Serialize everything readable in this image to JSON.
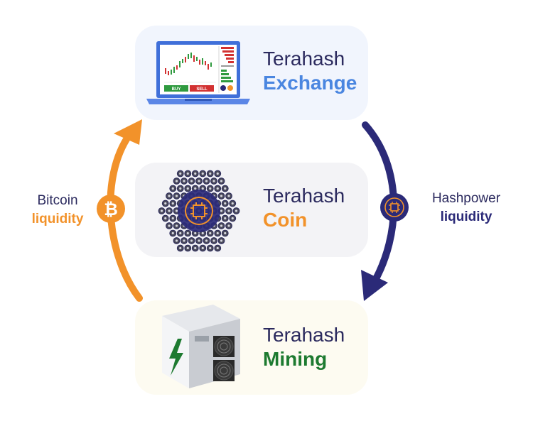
{
  "cards": {
    "exchange": {
      "line1": "Terahash",
      "line2": "Exchange",
      "bg": "#f1f5fd",
      "accent": "#4a86e0"
    },
    "coin": {
      "line1": "Terahash",
      "line2": "Coin",
      "bg": "#f3f3f6",
      "accent": "#f2922a"
    },
    "mining": {
      "line1": "Terahash",
      "line2": "Mining",
      "bg": "#fdfbf1",
      "accent": "#1d7a30"
    }
  },
  "laptop": {
    "buy_label": "BUY",
    "sell_label": "SELL"
  },
  "cycle": {
    "bitcoin": {
      "line1": "Bitcoin",
      "line2": "liquidity",
      "color": "#f2922a"
    },
    "hashpower": {
      "line1": "Hashpower",
      "line2": "liquidity",
      "color": "#2b2a78"
    }
  },
  "icons": {
    "bitcoin_badge": "bitcoin-icon",
    "hashpower_badge": "chip-icon",
    "exchange": "laptop-trading-icon",
    "coin": "coin-grid-icon",
    "mining": "asic-miner-icon"
  }
}
